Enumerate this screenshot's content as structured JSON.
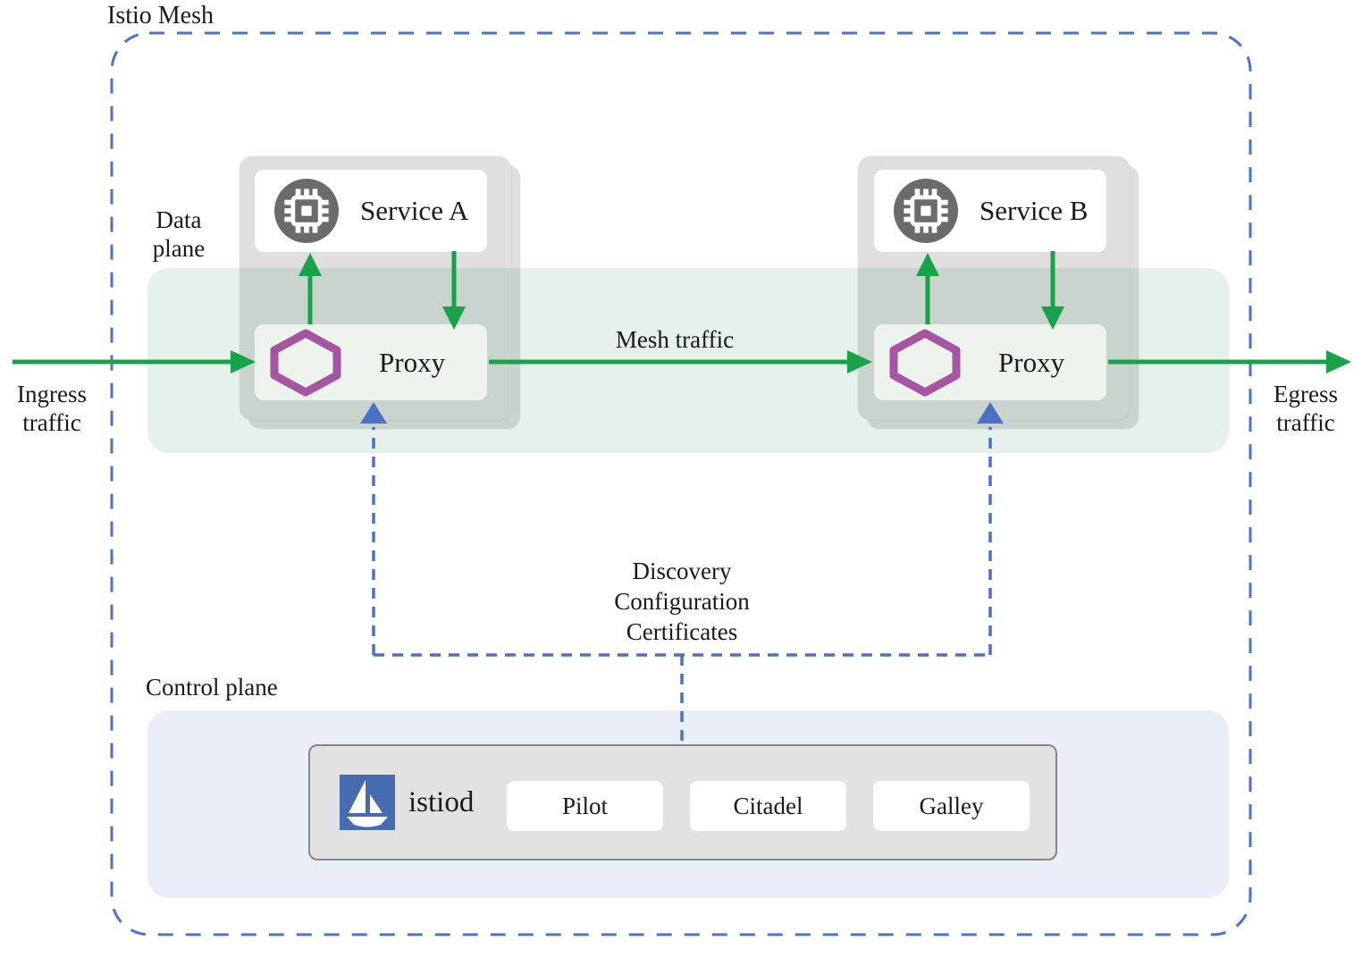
{
  "title": "Istio Mesh",
  "regions": {
    "mesh_label": "Istio Mesh",
    "data_plane_label": "Data plane",
    "control_plane_label": "Control plane"
  },
  "traffic_labels": {
    "ingress": "Ingress traffic",
    "mesh": "Mesh traffic",
    "egress": "Egress traffic"
  },
  "control_flow_labels": [
    "Discovery",
    "Configuration",
    "Certificates"
  ],
  "services": [
    {
      "name": "Service A",
      "proxy": "Proxy"
    },
    {
      "name": "Service B",
      "proxy": "Proxy"
    }
  ],
  "control_plane": {
    "daemon": "istiod",
    "components": [
      "Pilot",
      "Citadel",
      "Galley"
    ]
  },
  "icons": {
    "service_icon": "microchip-icon",
    "proxy_icon": "envoy-proxy-hexagon-icon",
    "istiod_icon": "istio-sailboat-icon"
  },
  "colors": {
    "traffic_green": "#18a34b",
    "control_blue": "#4a72c4",
    "mesh_border_blue": "#4a74c9",
    "proxy_purple": "#a556a2",
    "istio_logo_blue": "#466bb0",
    "service_icon_gray": "#6b6b6b",
    "data_plane_bg": "#e9f3ec",
    "control_plane_bg": "#eaeef8",
    "card_gray": "#dfdfdf"
  }
}
